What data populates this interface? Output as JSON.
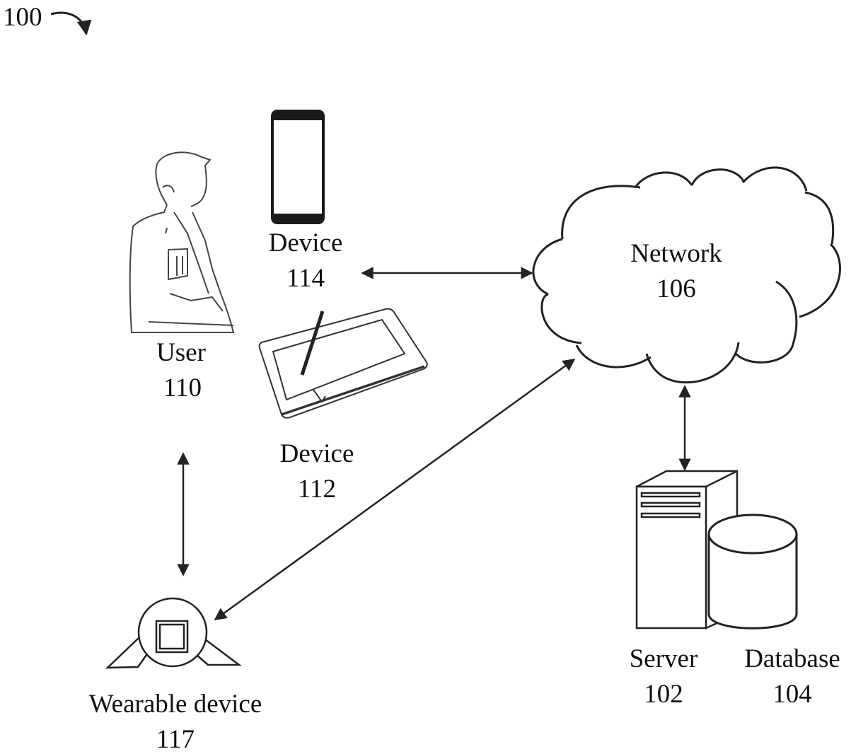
{
  "figure": {
    "ref_number": "100"
  },
  "nodes": {
    "user": {
      "name": "User",
      "number": "110",
      "icon": "person-icon"
    },
    "device_114": {
      "name": "Device",
      "number": "114",
      "icon": "smartphone-icon"
    },
    "device_112": {
      "name": "Device",
      "number": "112",
      "icon": "tablet-stylus-icon"
    },
    "network": {
      "name": "Network",
      "number": "106",
      "icon": "cloud-icon"
    },
    "server": {
      "name": "Server",
      "number": "102",
      "icon": "server-tower-icon"
    },
    "database": {
      "name": "Database",
      "number": "104",
      "icon": "database-cylinder-icon"
    },
    "wearable": {
      "name": "Wearable device",
      "number": "117",
      "icon": "wearable-device-icon"
    }
  },
  "connections": [
    {
      "from": "device_114",
      "to": "network",
      "direction": "bidirectional"
    },
    {
      "from": "network",
      "to": "server",
      "direction": "bidirectional"
    },
    {
      "from": "user",
      "to": "wearable",
      "direction": "bidirectional"
    },
    {
      "from": "network",
      "to": "wearable",
      "direction": "bidirectional"
    }
  ]
}
